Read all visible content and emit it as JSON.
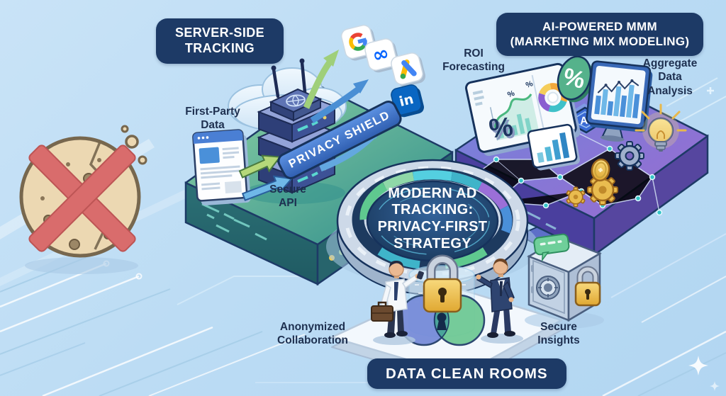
{
  "badges": {
    "server_side_tracking": "SERVER-SIDE TRACKING",
    "ai_powered_mmm": "AI-POWERED MMM (MARKETING MIX MODELING)",
    "data_clean_rooms": "DATA CLEAN ROOMS"
  },
  "center": {
    "title": "MODERN AD TRACKING: PRIVACY-FIRST STRATEGY"
  },
  "labels": {
    "first_party_data": "First-Party Data",
    "secure_api": "Secure API",
    "privacy_shield": "PRIVACY SHIELD",
    "roi_forecasting": "ROI Forecasting",
    "aggregate_data_analysis": "Aggregate Data Analysis",
    "anonymized_collaboration": "Anonymized Collaboration",
    "secure_insights": "Secure Insights"
  },
  "icon_text": {
    "google": "G",
    "meta": "∞",
    "linkedin": "in",
    "ai_chip": "AI",
    "percent": "%"
  },
  "colors": {
    "background": "#bcdcf4",
    "badge_navy": "#1d3a66",
    "left_platform_green": "#66b894",
    "left_platform_teal": "#2c7076",
    "right_platform_purple": "#8a5fc8",
    "arrow_green": "#a8d06a",
    "arrow_blue": "#4a90d9",
    "gold": "#e8b84b",
    "cookie_tan": "#ecd8b2",
    "blocked_red": "#d96c6c",
    "venn_blue": "#7389d8",
    "venn_green": "#6cc892"
  }
}
